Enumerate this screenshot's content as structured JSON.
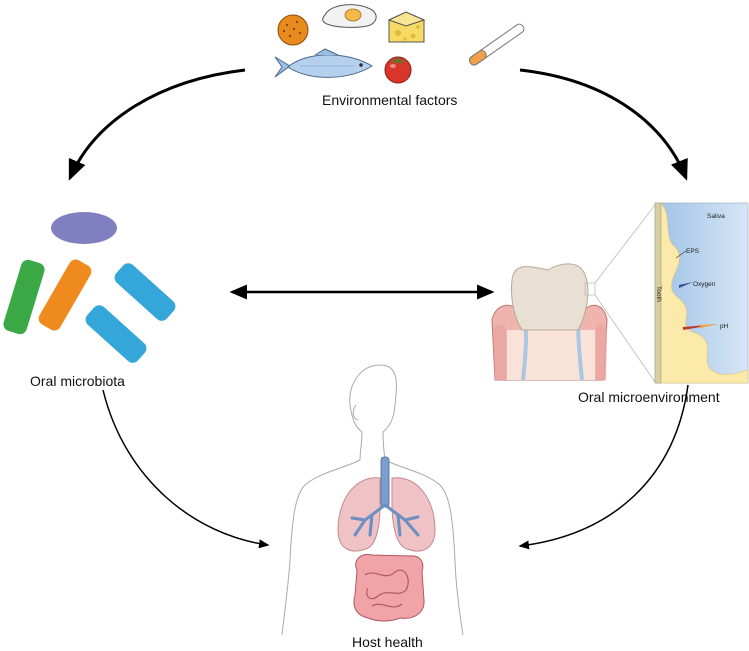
{
  "labels": {
    "environmental_factors": "Environmental factors",
    "oral_microbiota": "Oral microbiota",
    "oral_microenvironment": "Oral microenvironment",
    "host_health": "Host health"
  },
  "inset_labels": {
    "saliva": "Saliva",
    "eps": "EPS",
    "oxygen": "Oxygen",
    "ph": "pH",
    "tooth": "Tooth"
  },
  "icons": [
    "orange-icon",
    "fried-egg-icon",
    "cheese-icon",
    "cigarette-icon",
    "fish-icon",
    "tomato-icon",
    "bacteria-icon",
    "tooth-icon",
    "human-body-icon",
    "lungs-icon",
    "intestine-icon"
  ],
  "colors": {
    "arrow": "#000000",
    "bacteria_purple": "#8080c0",
    "bacteria_green": "#3aa845",
    "bacteria_orange": "#ef8a1f",
    "bacteria_blue": "#35a6d9",
    "saliva_blue": "#a9c8e8",
    "biofilm_yellow": "#fbeaa9",
    "lung_pink": "#efc2c6",
    "intestine_pink": "#f0a4a8"
  }
}
